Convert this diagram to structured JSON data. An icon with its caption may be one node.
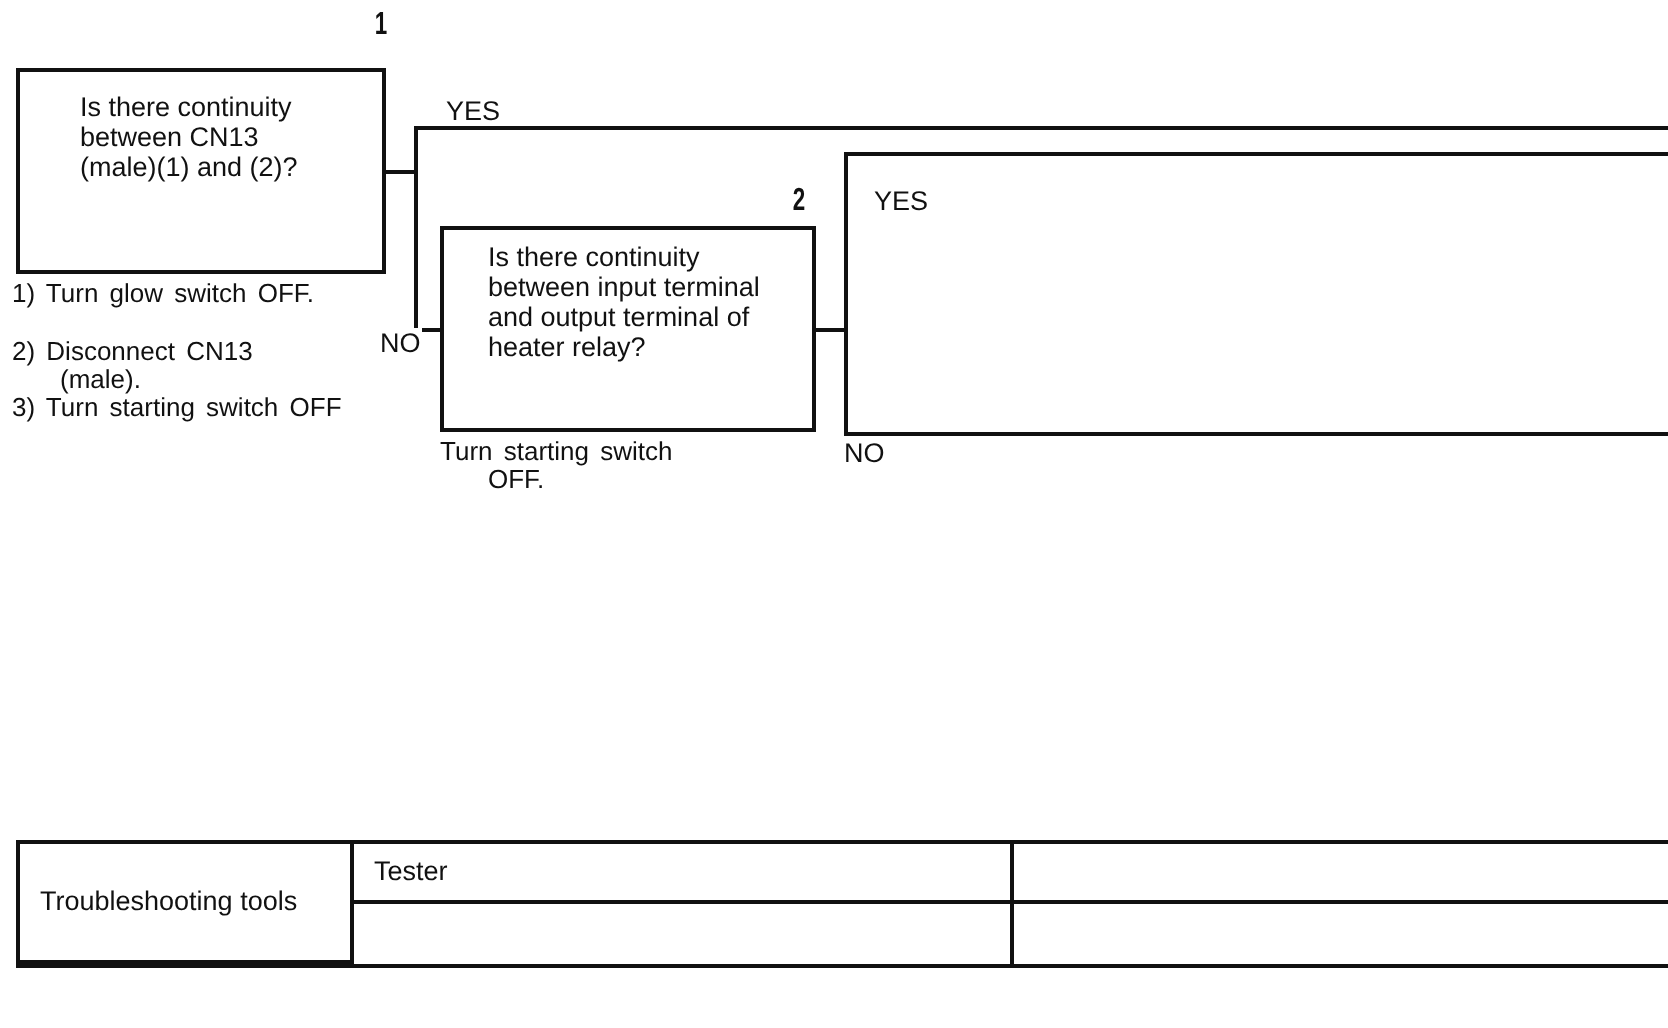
{
  "diagram": {
    "nodes": [
      {
        "text": [
          "Is there continuity between CN13 (male)(1) and (2)?"
        ],
        "beside": [
          "1",
          "1) Turn glow switch OFF.",
          "2) Disconnect CN13 (male).",
          "3) Turn starting switch OFF"
        ]
      },
      {
        "text": [
          "Is there continuity between input terminal and output terminal of heater relay?"
        ],
        "beside": [
          "2",
          "Turn starting switch OFF."
        ]
      }
    ],
    "edges": [
      {
        "from": 0,
        "to": null,
        "arrow": "none",
        "label": "YES"
      },
      {
        "from": 0,
        "to": 1,
        "arrow": "none",
        "label": "NO"
      },
      {
        "from": 1,
        "to": null,
        "arrow": "none",
        "label": "YES"
      },
      {
        "from": 1,
        "to": null,
        "arrow": "none",
        "label": "NO"
      }
    ],
    "labels": [
      "Troubleshooting tools",
      "Tester"
    ]
  }
}
